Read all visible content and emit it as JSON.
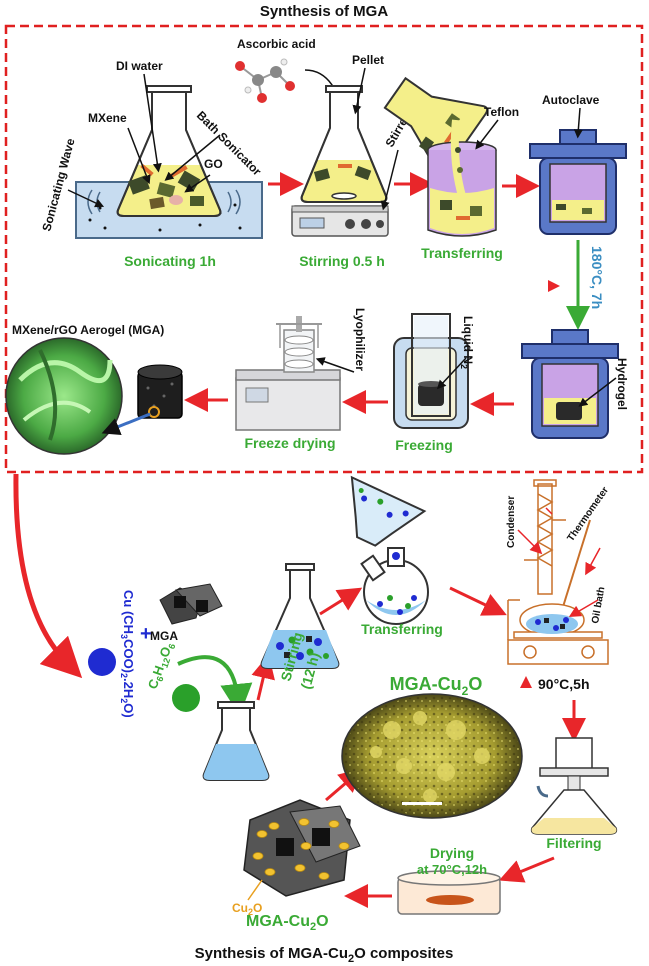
{
  "titles": {
    "top": "Synthesis of MGA",
    "bottom": "Synthesis of MGA-Cu",
    "bottom_sub": "2",
    "bottom_tail": "O composites"
  },
  "top_section": {
    "labels": {
      "ascorbic_acid": "Ascorbic acid",
      "di_water": "DI water",
      "mxene": "MXene",
      "bath_sonicator": "Bath Sonicator",
      "sonicating_wave": "Sonicating Wave",
      "go": "GO",
      "pellet": "Pellet",
      "stirrer": "Stirrer",
      "teflon": "Teflon",
      "autoclave": "Autoclave",
      "hydrogel": "Hydrogel",
      "liquid_n": "Liquid N",
      "liquid_n_sub": "2",
      "lyophilizer": "Lyophilizer",
      "aerogel": "MXene/rGO Aerogel (MGA)"
    },
    "steps": {
      "sonicating": "Sonicating 1h",
      "stirring": "Stirring 0.5 h",
      "transferring": "Transferring",
      "heating": "180°C, 7h",
      "freezing": "Freezing",
      "freeze_drying": "Freeze drying"
    }
  },
  "bottom_section": {
    "labels": {
      "mga": "MGA",
      "cu_salt_1": "Cu (CH",
      "cu_salt_s1": "3",
      "cu_salt_2": "COO)",
      "cu_salt_s2": "2",
      "cu_salt_3": ".2H",
      "cu_salt_s3": "2",
      "cu_salt_4": "O)",
      "glucose_1": "C",
      "glucose_s1": "6",
      "glucose_2": "H",
      "glucose_s2": "12",
      "glucose_3": "O",
      "glucose_s3": "6",
      "condenser": "Condenser",
      "thermometer": "Thermometer",
      "oil_bath": "Oil bath",
      "cu2o_1": "Cu",
      "cu2o_sub": "2",
      "cu2o_2": "O",
      "mga_cu2o_1": "MGA-Cu",
      "mga_cu2o_sub": "2",
      "mga_cu2o_2": "O"
    },
    "steps": {
      "stirring": "Stirring",
      "stirring_time": "(12 h)",
      "transferring": "Transferring",
      "heating": "90°C,5h",
      "filtering": "Filtering",
      "drying_1": "Drying",
      "drying_2": "at 70°C,12h"
    }
  },
  "colors": {
    "dashed_border": "#e02020",
    "arrow_red": "#e8262a",
    "arrow_green": "#3aaa35",
    "step_text_green": "#3aaa35",
    "step_text_blue": "#3b8ec2",
    "cu_blue": "#1f2bd1",
    "solution_yellow": "#f4ef8a",
    "teflon_purple": "#c9a3e6",
    "autoclave_blue": "#5a78c8",
    "sem_yellow": "#b5ad3b",
    "sem_green": "#79d36b",
    "cu2o_orange": "#e8a020"
  }
}
